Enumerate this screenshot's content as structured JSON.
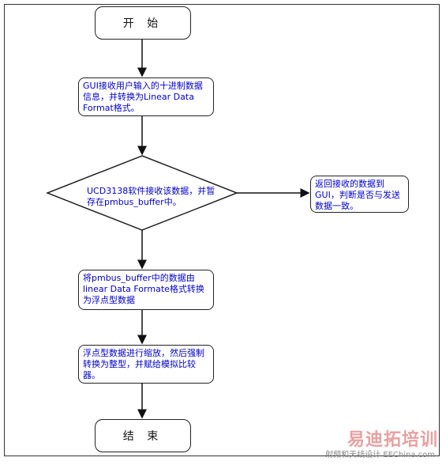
{
  "flowchart": {
    "start": "开 始",
    "step1": "GUI接收用户输入的十进制数据信息，并转换为Linear Data Format格式。",
    "decision": "UCD3138软件接收该数据，并暂存在pmbus_buffer中。",
    "side": "返回接收的数据到GUI，判断是否与发送数据一致。",
    "step2": "将pmbus_buffer中的数据由linear Data Formate格式转换为浮点型数据",
    "step3": "浮点型数据进行缩放，然后强制转换为整型，并赋给模拟比较器。",
    "end": "结 束"
  },
  "watermark": {
    "brand": "易迪拓培训",
    "site": "射频和天线设计 EEChina.com"
  }
}
